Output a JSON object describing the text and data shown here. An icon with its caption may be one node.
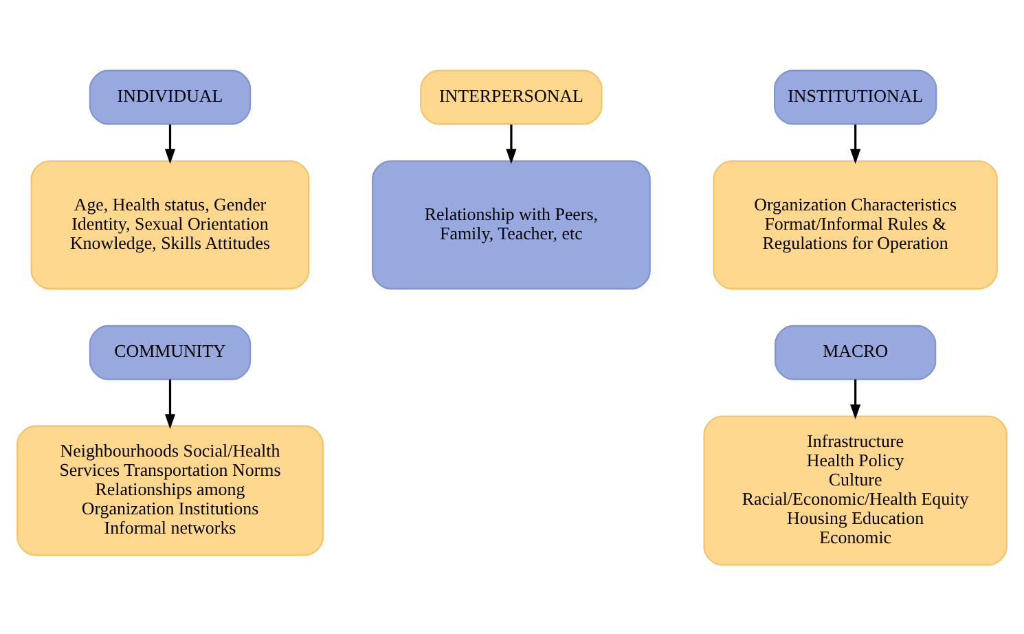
{
  "diagram": {
    "nodes": [
      {
        "text": [
          "INDIVIDUAL"
        ]
      },
      {
        "text": [
          "INTERPERSONAL"
        ]
      },
      {
        "text": [
          "INSTITUTIONAL"
        ]
      },
      {
        "text": [
          "Age, Health status, Gender Identity, Sexual Orientation Knowledge, Skills Attitudes"
        ]
      },
      {
        "text": [
          "Relationship with Peers, Family, Teacher, etc"
        ]
      },
      {
        "text": [
          "Organization Characteristics Format/Informal Rules & Regulations for Operation"
        ]
      },
      {
        "text": [
          "COMMUNITY"
        ]
      },
      {
        "text": [
          "MACRO"
        ]
      },
      {
        "text": [
          "Neighbourhoods Social/Health Services Transportation Norms Relationships among Organization Institutions Informal networks"
        ]
      },
      {
        "text": [
          "Infrastructure",
          "Health Policy",
          "Culture",
          "Racial/Economic/Health Equity",
          "Housing Education",
          "Economic"
        ]
      }
    ],
    "edges": [
      {
        "from": 0,
        "to": 3,
        "arrow": "to"
      },
      {
        "from": 1,
        "to": 4,
        "arrow": "to"
      },
      {
        "from": 2,
        "to": 5,
        "arrow": "to"
      },
      {
        "from": 6,
        "to": 8,
        "arrow": "to"
      },
      {
        "from": 7,
        "to": 9,
        "arrow": "to"
      }
    ]
  }
}
